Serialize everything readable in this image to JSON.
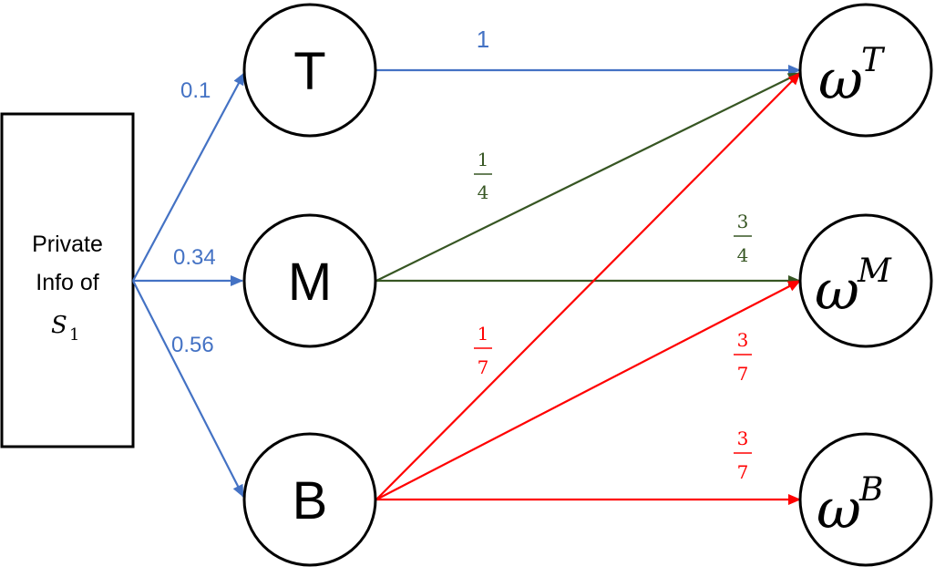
{
  "source": {
    "line1": "Private",
    "line2": "Info of",
    "symbol": "S",
    "subscript": "1"
  },
  "signals": [
    {
      "label": "T",
      "prob": "0.1"
    },
    {
      "label": "M",
      "prob": "0.34"
    },
    {
      "label": "B",
      "prob": "0.56"
    }
  ],
  "states": [
    {
      "base": "ω",
      "sup": "T"
    },
    {
      "base": "ω",
      "sup": "M"
    },
    {
      "base": "ω",
      "sup": "B"
    }
  ],
  "edge_labels": {
    "T_to_wT": "1",
    "M_to_wT": {
      "num": "1",
      "den": "4"
    },
    "M_to_wM": {
      "num": "3",
      "den": "4"
    },
    "B_to_wT": {
      "num": "1",
      "den": "7"
    },
    "B_to_wM": {
      "num": "3",
      "den": "7"
    },
    "B_to_wB": {
      "num": "3",
      "den": "7"
    }
  },
  "colors": {
    "blue": "#4472c4",
    "green": "#375623",
    "red": "#ff0000",
    "black": "#000000"
  }
}
